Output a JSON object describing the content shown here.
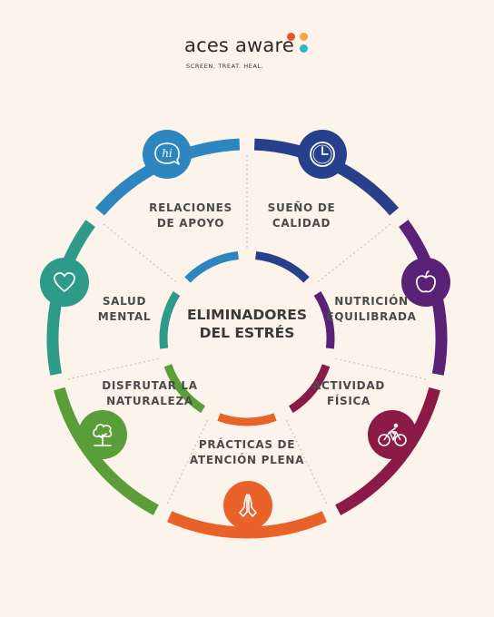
{
  "brand": {
    "name": "aces aware",
    "tagline": "SCREEN. TREAT. HEAL.",
    "dot_colors": [
      "#e4572e",
      "#f2a541",
      "#2fb4c6"
    ]
  },
  "center": {
    "line1": "ELIMINADORES",
    "line2": "DEL ESTRÉS"
  },
  "segments": [
    {
      "key": "sueno",
      "line1": "SUEÑO DE",
      "line2": "CALIDAD",
      "color": "#26408b",
      "icon": "clock-icon"
    },
    {
      "key": "nutricion",
      "line1": "NUTRICIÓN",
      "line2": "EQUILIBRADA",
      "color": "#5a2277",
      "icon": "apple-icon"
    },
    {
      "key": "actividad",
      "line1": "ACTIVIDAD",
      "line2": "FÍSICA",
      "color": "#8b1a47",
      "icon": "cyclist-icon"
    },
    {
      "key": "practicas",
      "line1": "PRÁCTICAS DE",
      "line2": "ATENCIÓN PLENA",
      "color": "#e8622a",
      "icon": "praying-hands-icon"
    },
    {
      "key": "naturaleza",
      "line1": "DISFRUTAR LA",
      "line2": "NATURALEZA",
      "color": "#5a9e3a",
      "icon": "tree-icon"
    },
    {
      "key": "salud",
      "line1": "SALUD",
      "line2": "MENTAL",
      "color": "#2d9a8a",
      "icon": "heart-icon"
    },
    {
      "key": "relaciones",
      "line1": "RELACIONES",
      "line2": "DE APOYO",
      "color": "#2e86c1",
      "icon": "speech-bubble-icon"
    }
  ],
  "icon_texts": {
    "speech_bubble": "hi"
  }
}
